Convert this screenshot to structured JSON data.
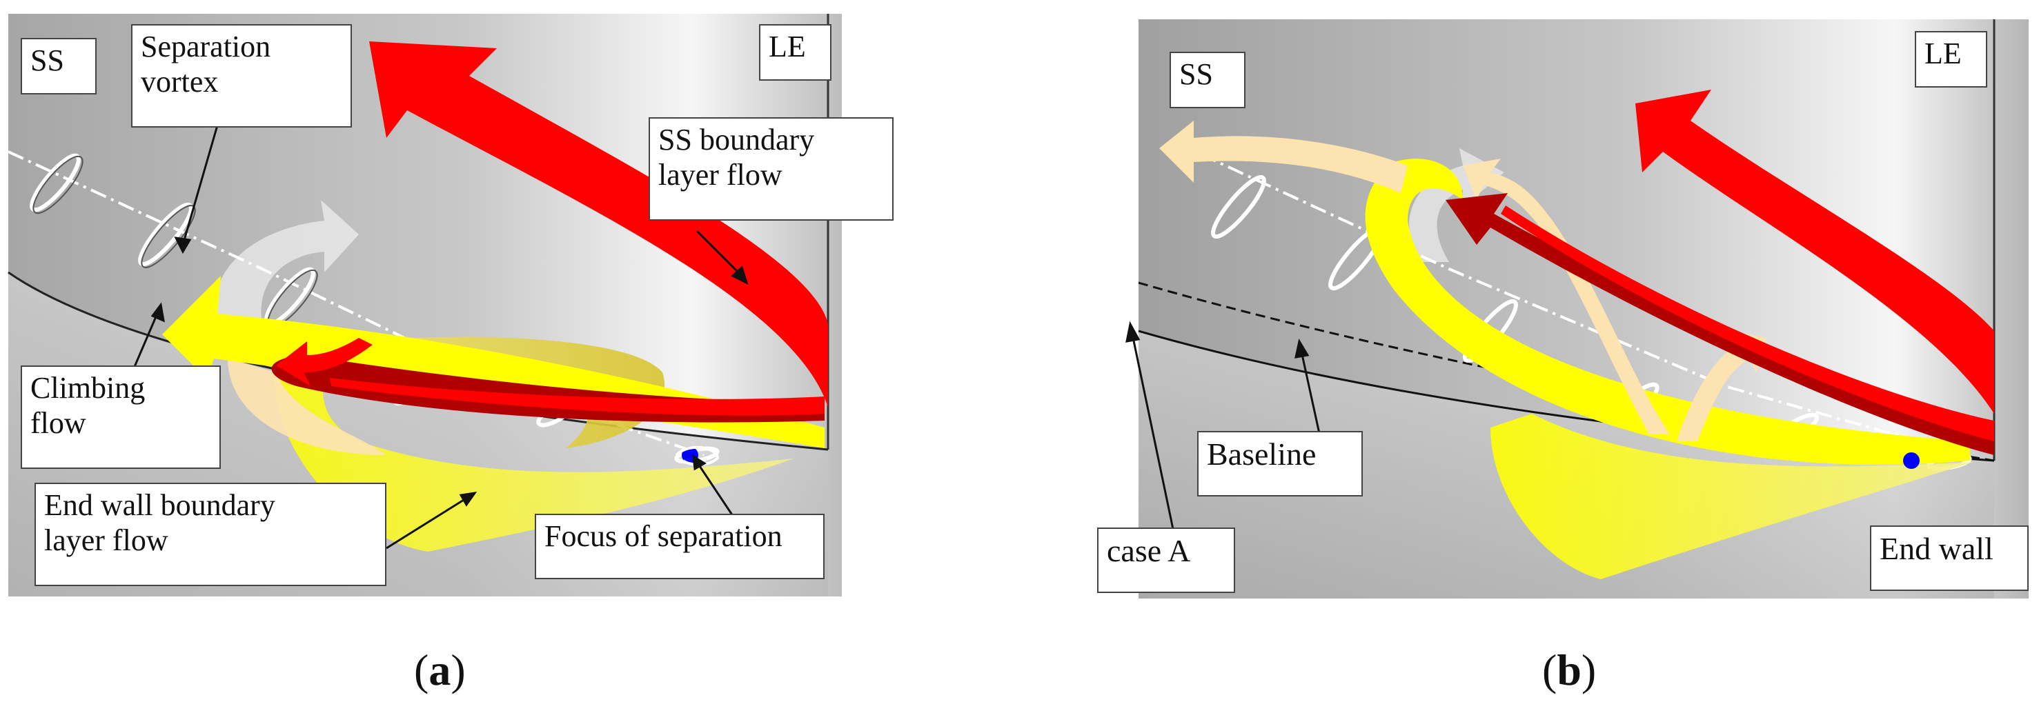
{
  "panels": [
    {
      "id": "a",
      "caption_letter": "a",
      "labels": {
        "ss": "SS",
        "le": "LE",
        "separation_vortex": "Separation\nvortex",
        "ss_boundary_layer_flow": "SS boundary\nlayer flow",
        "climbing_flow": "Climbing\nflow",
        "end_wall_boundary_layer_flow": "End wall boundary\nlayer flow",
        "focus_of_separation": "Focus of separation"
      }
    },
    {
      "id": "b",
      "caption_letter": "b",
      "labels": {
        "ss": "SS",
        "le": "LE",
        "baseline": "Baseline",
        "case_a": "case A",
        "end_wall": "End wall"
      }
    }
  ],
  "colors": {
    "red_flow": "#ff0000",
    "dark_red_flow": "#b00000",
    "yellow_flow": "#ffff00",
    "cream_flow": "#fde3b0",
    "focus_point": "#0000ff",
    "background_dark": "#9a9a9a",
    "background_light": "#f4f4f4"
  }
}
